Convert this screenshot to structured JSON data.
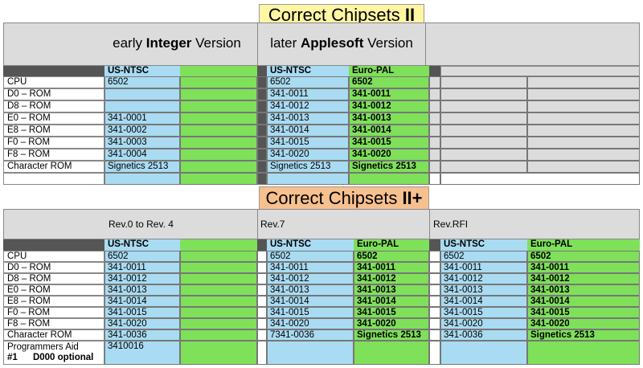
{
  "t1": {
    "a": "Correct Chipsets ",
    "b": "II"
  },
  "t2": {
    "a": "Correct Chipsets ",
    "b": "II+"
  },
  "h1": {
    "early_a": "early ",
    "early_b": "Integer",
    "early_c": " Version",
    "later_a": "later ",
    "later_b": "Applesoft",
    "later_c": " Version"
  },
  "h2": {
    "rev0": "Rev.0 to Rev. 4",
    "rev7": "Rev.7",
    "revrfi": "Rev.RFI"
  },
  "cols": {
    "us": "US-NTSC",
    "eu": "Euro-PAL"
  },
  "rows1": [
    "CPU",
    "D0 – ROM",
    "D8 – ROM",
    "E0 – ROM",
    "E8 – ROM",
    "F0 – ROM",
    "F8 – ROM",
    "Character ROM"
  ],
  "i1_us": [
    "6502",
    "",
    "",
    "341-0001",
    "341-0002",
    "341-0003",
    "341-0004",
    "Signetics 2513"
  ],
  "a1_us": [
    "6502",
    "341-0011",
    "341-0012",
    "341-0013",
    "341-0014",
    "341-0015",
    "341-0020",
    "Signetics 2513"
  ],
  "a1_eu": [
    "6502",
    "341-0011",
    "341-0012",
    "341-0013",
    "341-0014",
    "341-0015",
    "341-0020",
    "Signetics 2513"
  ],
  "rows2": [
    "CPU",
    "D0 – ROM",
    "D8 – ROM",
    "E0 – ROM",
    "E8 – ROM",
    "F0 – ROM",
    "F8 – ROM",
    "Character ROM"
  ],
  "pa": {
    "l1": "Programmers Aid",
    "l2": "#1      D000 optional",
    "v": "3410016"
  },
  "r0_us": [
    "6502",
    "341-0011",
    "341-0012",
    "341-0013",
    "341-0014",
    "341-0015",
    "341-0020",
    "341-0036"
  ],
  "r7_us": [
    "6502",
    "341-0011",
    "341-0012",
    "341-0013",
    "341-0014",
    "341-0015",
    "341-0020",
    "7341-0036"
  ],
  "r7_eu": [
    "6502",
    "341-0011",
    "341-0012",
    "341-0013",
    "341-0014",
    "341-0015",
    "341-0020",
    "Signetics 2513"
  ],
  "rf_us": [
    "6502",
    "341-0011",
    "341-0012",
    "341-0013",
    "341-0014",
    "341-0015",
    "341-0020",
    "341-0036"
  ],
  "rf_eu": [
    "6502",
    "341-0011",
    "341-0012",
    "341-0013",
    "341-0014",
    "341-0015",
    "341-0020",
    "Signetics 2513"
  ]
}
